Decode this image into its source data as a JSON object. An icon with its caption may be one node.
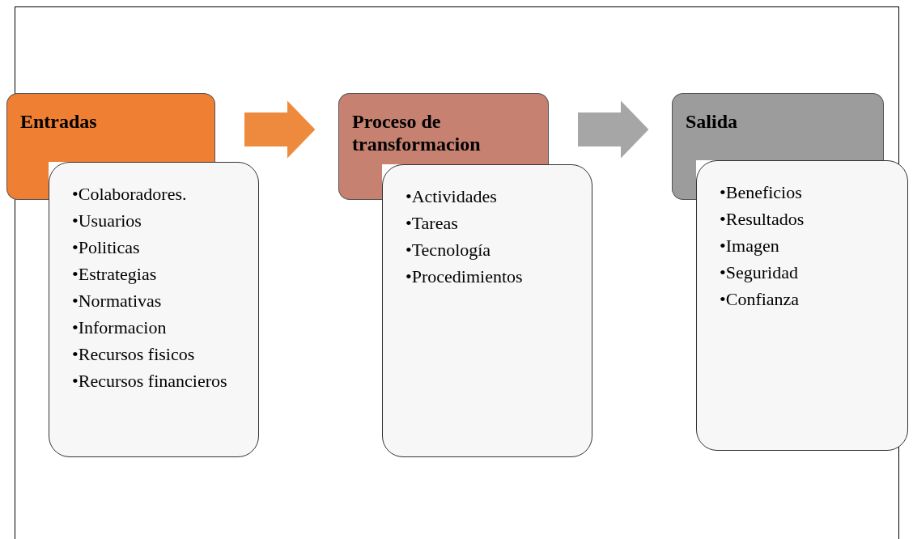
{
  "diagram": {
    "nodes": [
      {
        "text": [
          "Entradas"
        ]
      },
      {
        "text": [
          "•Colaboradores.",
          "•Usuarios",
          "•Politicas",
          "•Estrategias",
          "•Normativas",
          "•Informacion",
          "•Recursos fisicos",
          "•Recursos financieros"
        ]
      },
      {
        "text": [
          "Proceso de transformacion"
        ]
      },
      {
        "text": [
          "•Actividades",
          "•Tareas",
          "•Tecnología",
          "•Procedimientos"
        ]
      },
      {
        "text": [
          "Salida"
        ]
      },
      {
        "text": [
          "•Beneficios",
          "•Resultados",
          "•Imagen",
          "•Seguridad",
          "•Confianza"
        ]
      }
    ],
    "edges": [
      {
        "from": 0,
        "to": 2,
        "arrow": "to",
        "style": "thick",
        "color": "#ee8a3e"
      },
      {
        "from": 2,
        "to": 4,
        "arrow": "to",
        "style": "thick",
        "color": "#a6a6a6"
      }
    ]
  }
}
